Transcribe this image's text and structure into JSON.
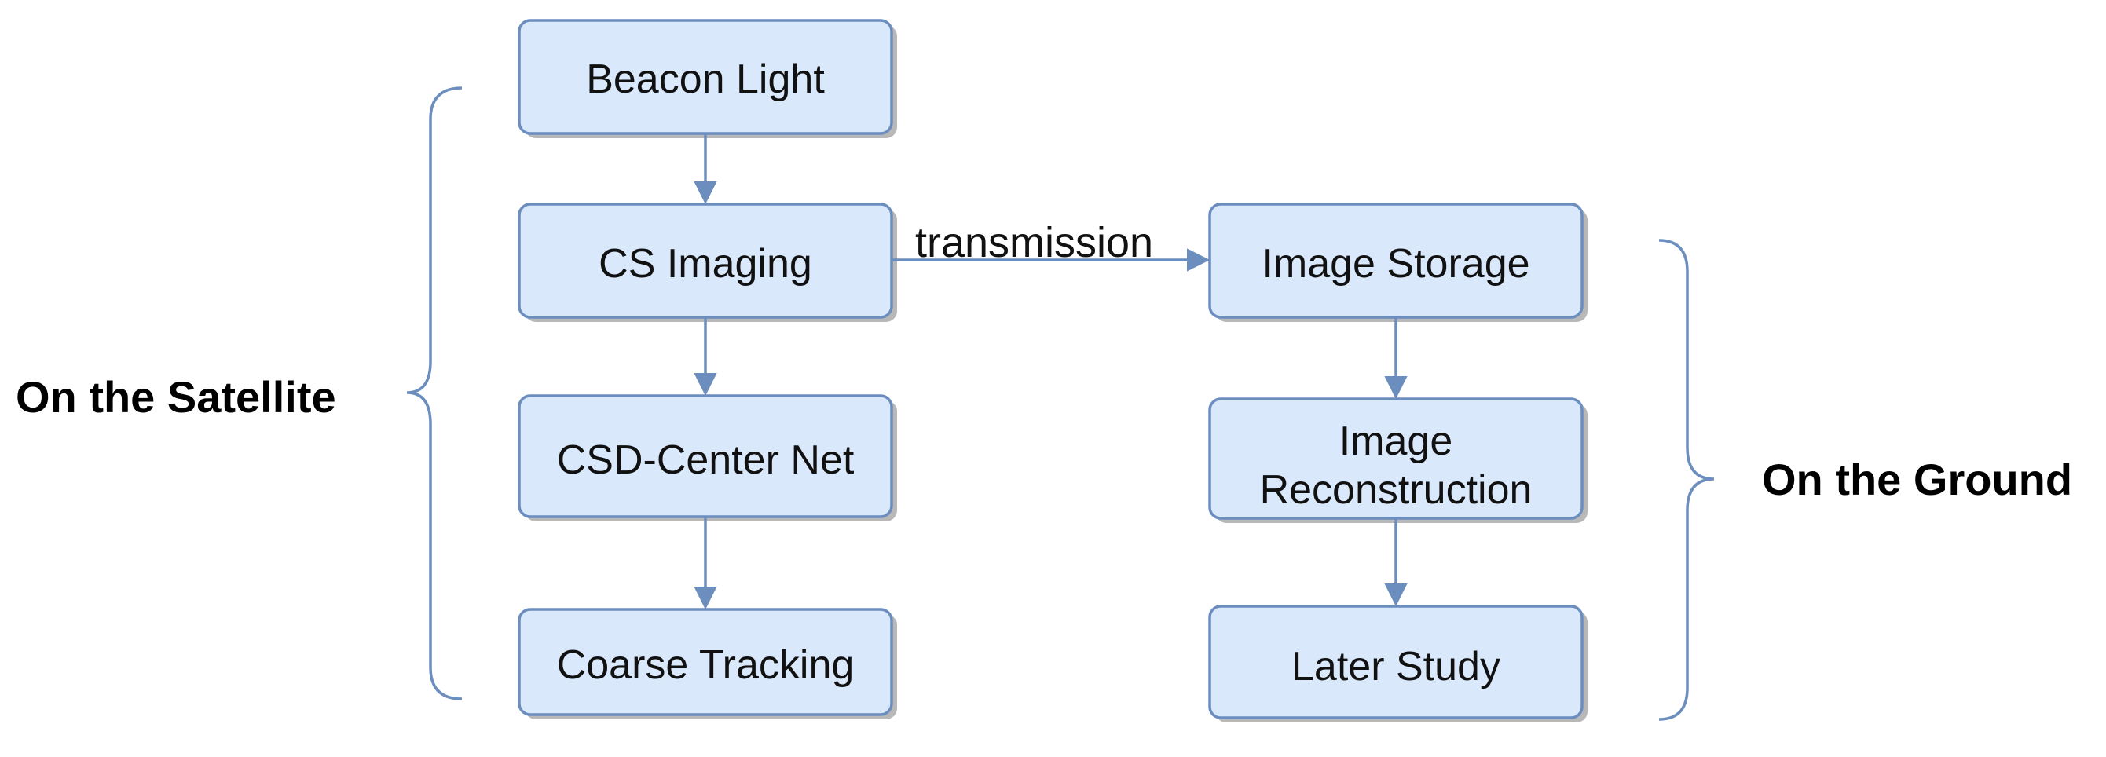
{
  "groups": {
    "satellite": {
      "label": "On the Satellite"
    },
    "ground": {
      "label": "On the Ground"
    }
  },
  "nodes": {
    "beacon_light": {
      "label": "Beacon Light"
    },
    "cs_imaging": {
      "label": "CS Imaging"
    },
    "csd_center_net": {
      "label": "CSD-Center Net"
    },
    "coarse_tracking": {
      "label": "Coarse Tracking"
    },
    "image_storage": {
      "label": "Image Storage"
    },
    "image_reconstruction": {
      "label_line1": "Image",
      "label_line2": "Reconstruction"
    },
    "later_study": {
      "label": "Later Study"
    }
  },
  "edges": {
    "transmission": {
      "label": "transmission"
    }
  },
  "colors": {
    "node_fill": "#dae8fc",
    "node_stroke": "#6c8ebf",
    "edge": "#6c8ebf"
  }
}
